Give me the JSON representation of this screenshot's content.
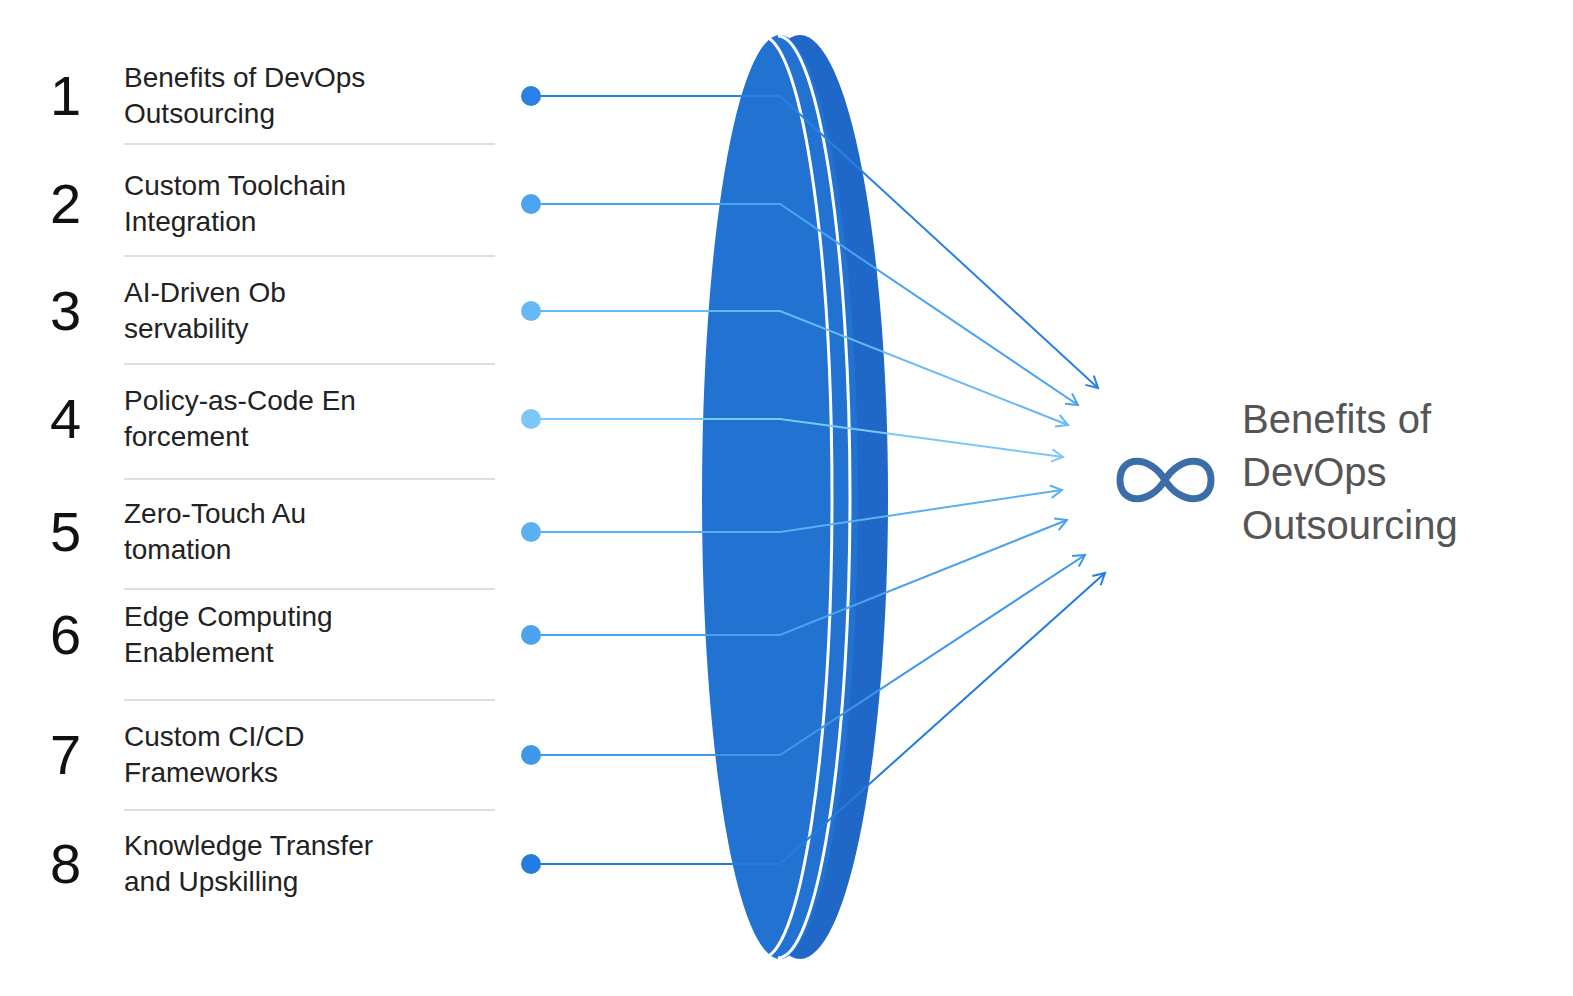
{
  "diagram": {
    "nodes": [
      {
        "text": [
          "1",
          "Benefits of DevOps Outsourcing"
        ]
      },
      {
        "text": [
          "2",
          "Custom Toolchain Integration"
        ]
      },
      {
        "text": [
          "3",
          "AI-Driven Ob servability"
        ]
      },
      {
        "text": [
          "4",
          "Policy-as-Code En forcement"
        ]
      },
      {
        "text": [
          "5",
          "Zero-Touch Au tomation"
        ]
      },
      {
        "text": [
          "6",
          "Edge Computing Enablement"
        ]
      },
      {
        "text": [
          "7",
          "Custom CI/CD Frameworks"
        ]
      },
      {
        "text": [
          "8",
          "Knowledge Transfer and Upskilling"
        ]
      },
      {
        "text": [
          "Benefits of DevOps Outsourcing"
        ]
      }
    ],
    "edges": [
      {
        "from": 0,
        "to": 8,
        "arrow": "to"
      },
      {
        "from": 1,
        "to": 8,
        "arrow": "to"
      },
      {
        "from": 2,
        "to": 8,
        "arrow": "to"
      },
      {
        "from": 3,
        "to": 8,
        "arrow": "to"
      },
      {
        "from": 4,
        "to": 8,
        "arrow": "to"
      },
      {
        "from": 5,
        "to": 8,
        "arrow": "to"
      },
      {
        "from": 6,
        "to": 8,
        "arrow": "to"
      },
      {
        "from": 7,
        "to": 8,
        "arrow": "to"
      }
    ]
  }
}
